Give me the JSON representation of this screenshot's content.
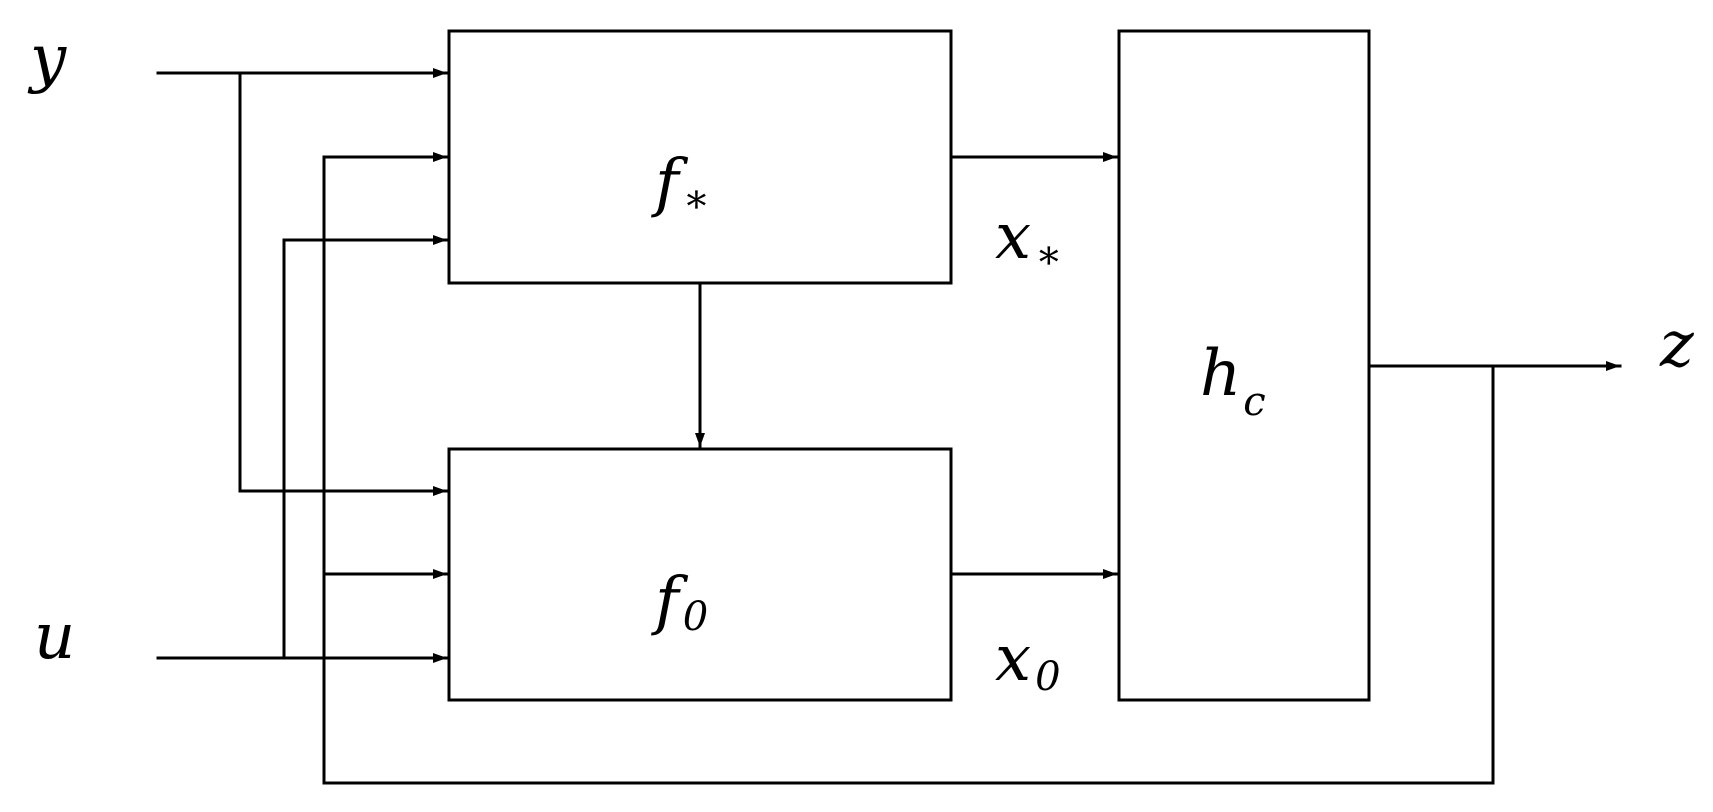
{
  "inputs": {
    "y": "y",
    "u": "u"
  },
  "output": {
    "z": "z"
  },
  "blocks": {
    "f_star": {
      "base": "f",
      "sub": "∗"
    },
    "f_0": {
      "base": "f",
      "sub": "0"
    },
    "h_c": {
      "base": "h",
      "sub": "c"
    }
  },
  "signals": {
    "x_star": {
      "base": "x",
      "sub": "∗"
    },
    "x_0": {
      "base": "x",
      "sub": "0"
    }
  },
  "colors": {
    "stroke": "#000000",
    "background": "#ffffff"
  }
}
